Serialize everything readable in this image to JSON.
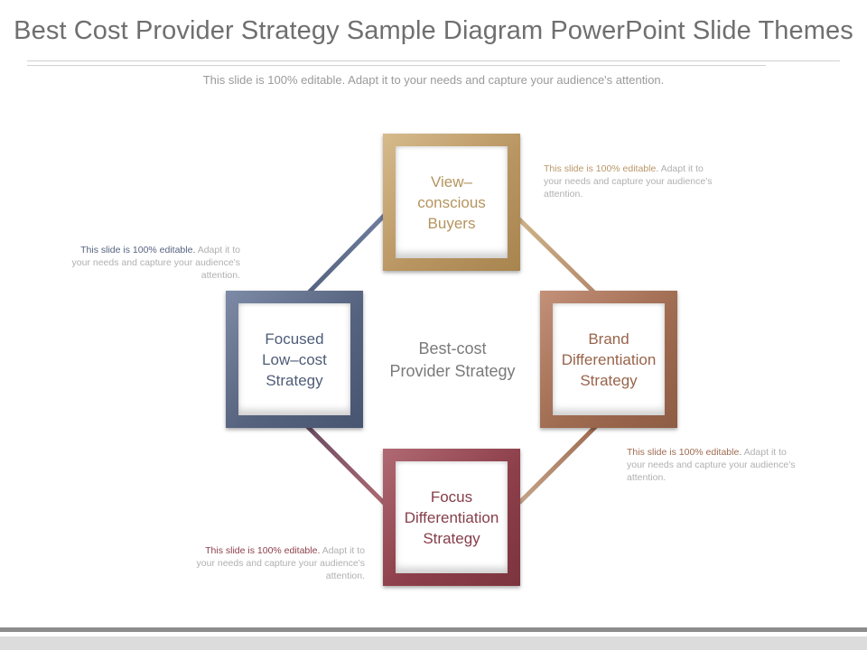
{
  "slide": {
    "title": "Best Cost Provider Strategy Sample Diagram PowerPoint Slide Themes",
    "subtitle": "This slide is 100% editable. Adapt it to your needs and capture your audience's attention."
  },
  "diagram": {
    "center_label": "Best-cost\nProvider Strategy",
    "nodes": {
      "top": {
        "label": "View–\nconscious\nBuyers",
        "color": "#b99562"
      },
      "left": {
        "label": "Focused\nLow–cost\nStrategy",
        "color": "#56637f"
      },
      "right": {
        "label": "Brand\nDifferentiation\nStrategy",
        "color": "#9f6b51"
      },
      "bottom": {
        "label": "Focus\nDifferentiation\nStrategy",
        "color": "#8d3f4a"
      }
    },
    "notes": {
      "top": {
        "lead": "This slide is 100% editable.",
        "rest": " Adapt it to your needs and capture your audience's attention."
      },
      "left": {
        "lead": "This slide is 100% editable.",
        "rest": " Adapt it to your needs and capture your audience's attention."
      },
      "right": {
        "lead": "This slide is 100% editable.",
        "rest": " Adapt it to your needs and capture your audience's attention."
      },
      "bottom": {
        "lead": "This slide is 100% editable.",
        "rest": " Adapt it to your needs and capture your audience's attention."
      }
    }
  }
}
